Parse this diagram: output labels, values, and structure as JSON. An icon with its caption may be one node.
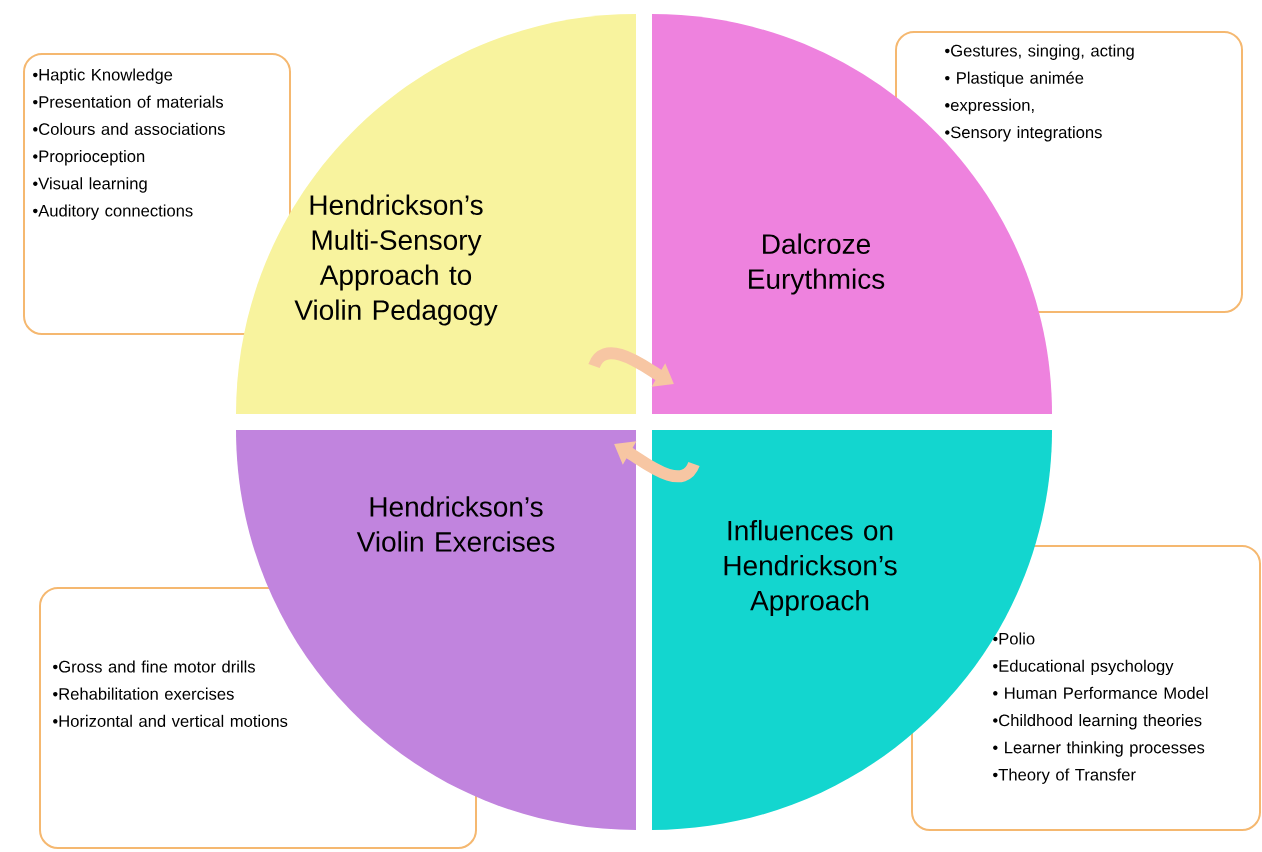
{
  "diagram": {
    "nodes": [
      {
        "text": [
          "•Haptic Knowledge",
          "•Presentation of materials",
          "•Colours and associations",
          "•Proprioception",
          "•Visual learning",
          "•Auditory connections"
        ]
      },
      {
        "text": [
          "Hendrickson’s Multi-Sensory Approach to Violin Pedagogy"
        ]
      },
      {
        "text": [
          "Dalcroze Eurythmics"
        ]
      },
      {
        "text": [
          "•Gestures, singing, acting",
          "• Plastique animée",
          "•expression,",
          "•Sensory integrations"
        ]
      },
      {
        "text": [
          "Hendrickson’s Violin Exercises"
        ]
      },
      {
        "text": [
          "Influences on Hendrickson’s Approach"
        ]
      },
      {
        "text": [
          "•Gross and fine motor drills",
          "•Rehabilitation exercises",
          "•Horizontal and vertical motions"
        ]
      },
      {
        "text": [
          "•Polio",
          "•Educational psychology",
          "• Human Performance Model",
          "•Childhood learning theories",
          "• Learner thinking processes",
          "•Theory of Transfer"
        ]
      }
    ],
    "edges": [
      {
        "from": 1,
        "to": 2,
        "arrow": "to",
        "color": "#f7c6a3"
      },
      {
        "from": 5,
        "to": 4,
        "arrow": "to",
        "color": "#f7c6a3"
      }
    ]
  }
}
